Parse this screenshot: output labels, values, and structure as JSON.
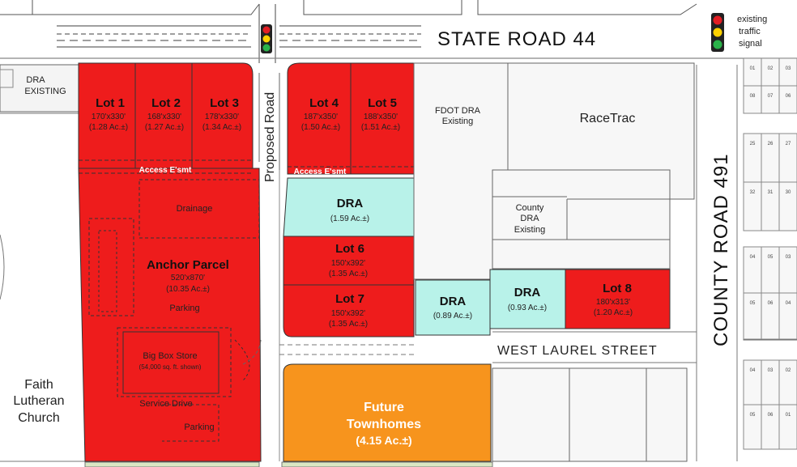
{
  "roads": {
    "state_road": "STATE ROAD 44",
    "county_road": "COUNTY ROAD 491",
    "west_laurel": "WEST LAUREL STREET",
    "proposed_road": "Proposed Road"
  },
  "legend": {
    "line1": "existing",
    "line2": "traffic",
    "line3": "signal"
  },
  "labels": {
    "dra_existing_1": "DRA",
    "dra_existing_2": "EXISTING",
    "fdot_1": "FDOT DRA",
    "fdot_2": "Existing",
    "racetrac": "RaceTrac",
    "county_dra_1": "County",
    "county_dra_2": "DRA",
    "county_dra_3": "Existing",
    "access_1": "Access E'smt",
    "access_2": "Access E'smt",
    "drainage": "Drainage",
    "parking_1": "Parking",
    "parking_2": "Parking",
    "big_box_1": "Big Box Store",
    "big_box_2": "(54,000 sq. ft. shown)",
    "service_drive": "Service Drive",
    "church_1": "Faith",
    "church_2": "Lutheran",
    "church_3": "Church"
  },
  "lots": {
    "lot1": {
      "name": "Lot 1",
      "dim": "170'x330'",
      "area": "(1.28 Ac.±)"
    },
    "lot2": {
      "name": "Lot 2",
      "dim": "168'x330'",
      "area": "(1.27 Ac.±)"
    },
    "lot3": {
      "name": "Lot 3",
      "dim": "178'x330'",
      "area": "(1.34 Ac.±)"
    },
    "lot4": {
      "name": "Lot 4",
      "dim": "187'x350'",
      "area": "(1.50 Ac.±)"
    },
    "lot5": {
      "name": "Lot 5",
      "dim": "188'x350'",
      "area": "(1.51 Ac.±)"
    },
    "lot6": {
      "name": "Lot 6",
      "dim": "150'x392'",
      "area": "(1.35 Ac.±)"
    },
    "lot7": {
      "name": "Lot 7",
      "dim": "150'x392'",
      "area": "(1.35 Ac.±)"
    },
    "lot8": {
      "name": "Lot 8",
      "dim": "180'x313'",
      "area": "(1.20 Ac.±)"
    },
    "anchor": {
      "name": "Anchor Parcel",
      "dim": "520'x870'",
      "area": "(10.35 Ac.±)"
    },
    "dra1": {
      "name": "DRA",
      "area": "(1.59 Ac.±)"
    },
    "dra2": {
      "name": "DRA",
      "area": "(0.89 Ac.±)"
    },
    "dra3": {
      "name": "DRA",
      "area": "(0.93 Ac.±)"
    },
    "townhomes": {
      "name1": "Future",
      "name2": "Townhomes",
      "area": "(4.15 Ac.±)"
    }
  },
  "lot_numbers": [
    "01",
    "02",
    "03",
    "08",
    "07",
    "06",
    "25",
    "26",
    "27",
    "32",
    "31",
    "30",
    "04",
    "05",
    "03",
    "05",
    "06",
    "04",
    "04",
    "03",
    "02",
    "05",
    "06",
    "01"
  ],
  "colors": {
    "lot_red": "#ee1c1c",
    "dra_cyan": "#b8f2e9",
    "townhome_orange": "#f7941d",
    "signal_red": "#e31e24",
    "signal_yellow": "#ffd200",
    "signal_green": "#2bb34a"
  }
}
